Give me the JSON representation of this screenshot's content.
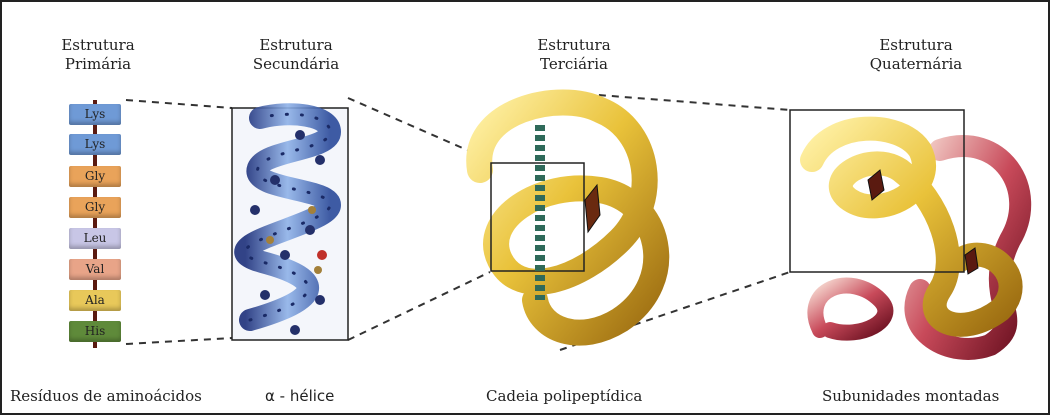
{
  "titles": {
    "primary": "Estrutura\nPrimária",
    "secondary": "Estrutura\nSecundária",
    "tertiary": "Estrutura\nTerciária",
    "quaternary": "Estrutura\nQuaternária"
  },
  "residues": [
    {
      "label": "Lys",
      "color": "#6f9ad6"
    },
    {
      "label": "Lys",
      "color": "#6f9ad6"
    },
    {
      "label": "Gly",
      "color": "#e9a35a"
    },
    {
      "label": "Gly",
      "color": "#e9a35a"
    },
    {
      "label": "Leu",
      "color": "#c8c6e6"
    },
    {
      "label": "Val",
      "color": "#e8a488"
    },
    {
      "label": "Ala",
      "color": "#e8c85a"
    },
    {
      "label": "His",
      "color": "#5f8a3a"
    }
  ],
  "captions": {
    "primary": "Resíduos de aminoácidos",
    "secondary": "α - hélice",
    "tertiary": "Cadeia polipeptídica",
    "quaternary": "Subunidades montadas"
  }
}
